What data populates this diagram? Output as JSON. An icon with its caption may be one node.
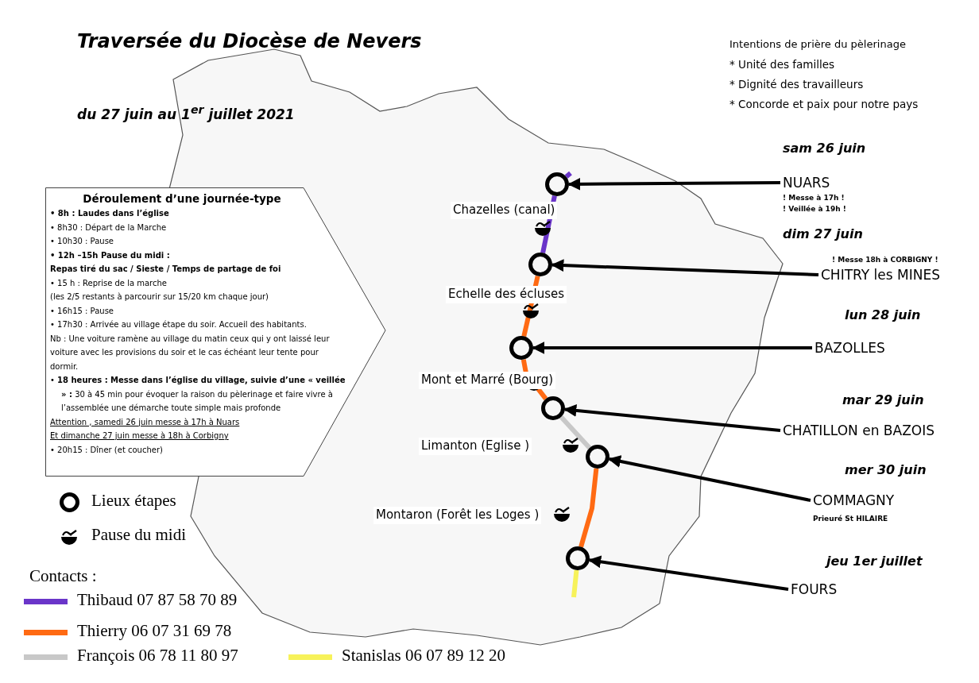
{
  "diagram": {
    "title": "Traversée du Diocèse de Nevers",
    "nodes": [
      {
        "text": [
          "Déroulement d’une journée-type",
          "• 8h : Laudes dans l’église",
          "• 8h30 : Départ de la Marche",
          "• 10h30 : Pause",
          "• 12h –15h Pause du midi :",
          "Repas tiré du sac / Sieste / Temps de partage de foi",
          "• 15 h : Reprise de la marche",
          "(les 2/5 restants à parcourir sur 15/20 km chaque jour)",
          "• 16h15 : Pause",
          "• 17h30 : Arrivée au village étape du soir. Accueil des habitants.",
          "Nb : Une voiture ramène au village du matin ceux qui y ont laissé leur voiture avec les provisions du soir et le cas échéant leur tente pour dormir.",
          "• **18 heures : Messe dans l’église du village, suivie d’une « veillée » :** 30 à 45 min pour évoquer la raison du pèlerinage et faire vivre à l’assemblée une démarche toute simple mais profonde",
          "Attention , samedi 26 juin messe à 17h à Nuars",
          "Et dimanche 27 juin messe à 18h à Corbigny",
          "• 20h15 : Dîner (et coucher)"
        ]
      },
      {
        "text": [
          "NUARS"
        ],
        "beside": [
          "! Messe à 17h !",
          "! Veillée à 19h !"
        ]
      },
      {
        "text": [
          "CHITRY les MINES"
        ]
      },
      {
        "text": [
          "BAZOLLES"
        ]
      },
      {
        "text": [
          "CHATILLON en BAZOIS"
        ]
      },
      {
        "text": [
          "COMMAGNY"
        ],
        "beside": [
          "Prieuré St HILAIRE"
        ]
      },
      {
        "text": [
          "FOURS"
        ]
      },
      {
        "text": [],
        "shape": "circle"
      },
      {
        "text": [],
        "shape": "circle"
      },
      {
        "text": [],
        "shape": "circle"
      },
      {
        "text": [],
        "shape": "circle"
      },
      {
        "text": [],
        "shape": "circle"
      },
      {
        "text": [],
        "shape": "circle"
      }
    ],
    "edges": [
      {
        "from": 1,
        "to": 7,
        "arrow": "to"
      },
      {
        "from": 2,
        "to": 8,
        "arrow": "to"
      },
      {
        "from": 3,
        "to": 9,
        "arrow": "to"
      },
      {
        "from": 4,
        "to": 10,
        "arrow": "to"
      },
      {
        "from": 5,
        "to": 11,
        "arrow": "to"
      },
      {
        "from": 6,
        "to": 12,
        "arrow": "to"
      },
      {
        "from": null,
        "to": 7,
        "arrow": "none",
        "color": "#6a35c9"
      },
      {
        "from": 7,
        "to": 8,
        "arrow": "none",
        "color": "#6a35c9"
      },
      {
        "from": 8,
        "to": 9,
        "arrow": "none",
        "color": "#ff6a13"
      },
      {
        "from": 9,
        "to": 10,
        "arrow": "none",
        "color": "#ff6a13"
      },
      {
        "from": 10,
        "to": 11,
        "arrow": "none",
        "color": "#c8c8c8"
      },
      {
        "from": 11,
        "to": 12,
        "arrow": "none",
        "color": "#ff6a13"
      },
      {
        "from": 12,
        "to": null,
        "arrow": "none",
        "color": "#f7f25a"
      }
    ],
    "labels": [
      "du 27 juin au 1$^{er}$ juillet 2021",
      "Intentions de prière du pèlerinage",
      "* Unité des familles",
      "* Dignité des travailleurs",
      "* Concorde et paix pour notre pays",
      "sam 26 juin",
      "Chazelles (canal)",
      "dim 27 juin",
      "! Messe 18h à CORBIGNY !",
      "Echelle des écluses",
      "lun 28 juin",
      "Mont et Marré (Bourg)",
      "mar 29 juin",
      "Limanton (Eglise )",
      "mer 30 juin",
      "Montaron (Forêt les Loges )",
      "jeu 1er juillet",
      "Contacts :"
    ],
    "legend": [
      {
        "text": "Lieux étapes"
      },
      {
        "text": "Pause du midi"
      },
      {
        "text": "Thibaud 07 87 58 70 89",
        "color": "#6a35c9"
      },
      {
        "text": "Thierry 06 07 31 69 78",
        "color": "#ff6a13"
      },
      {
        "text": "François 06 78 11 80 97",
        "color": "#c8c8c8"
      },
      {
        "text": "Stanislas 06 07 89 12 20",
        "color": "#f7f25a"
      }
    ]
  }
}
